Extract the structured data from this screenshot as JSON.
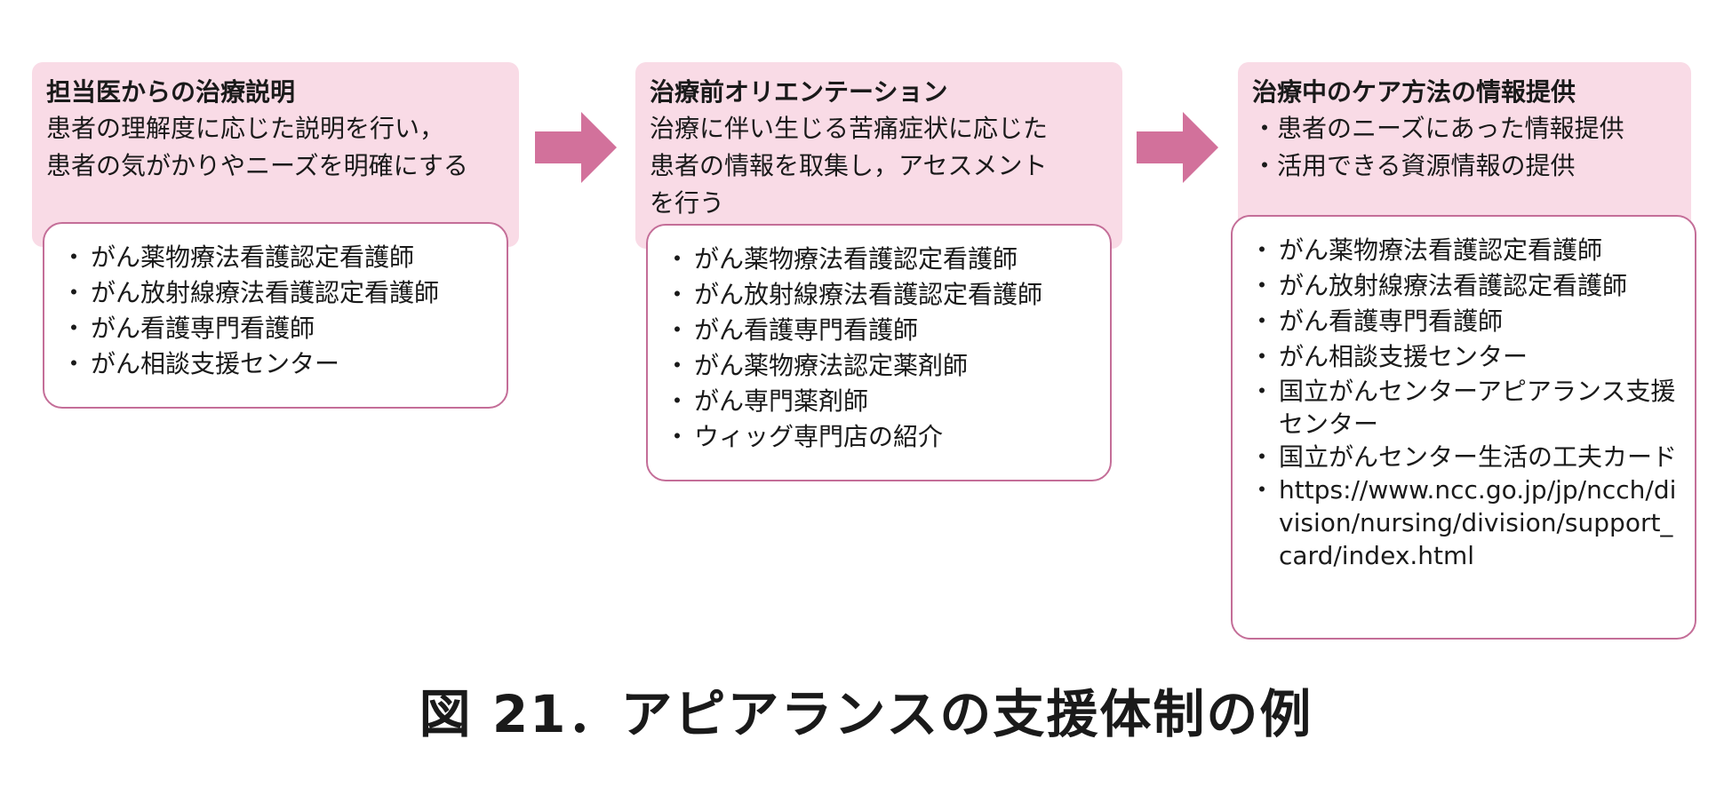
{
  "colors": {
    "header_bg": "#f9dbe6",
    "border": "#c46e98",
    "arrow": "#d2719b"
  },
  "step1": {
    "title": "担当医からの治療説明",
    "lines": [
      "患者の理解度に応じた説明を行い，",
      "患者の気がかりやニーズを明確にする"
    ],
    "items": [
      "がん薬物療法看護認定看護師",
      "がん放射線療法看護認定看護師",
      "がん看護専門看護師",
      "がん相談支援センター"
    ]
  },
  "step2": {
    "title": "治療前オリエンテーション",
    "lines": [
      "治療に伴い生じる苦痛症状に応じた",
      "患者の情報を取集し，アセスメント",
      "を行う"
    ],
    "items": [
      "がん薬物療法看護認定看護師",
      "がん放射線療法看護認定看護師",
      "がん看護専門看護師",
      "がん薬物療法認定薬剤師",
      "がん専門薬剤師",
      "ウィッグ専門店の紹介"
    ]
  },
  "step3": {
    "title": "治療中のケア方法の情報提供",
    "lines": [
      "・患者のニーズにあった情報提供",
      "・活用できる資源情報の提供"
    ],
    "items": [
      "がん薬物療法看護認定看護師",
      "がん放射線療法看護認定看護師",
      "がん看護専門看護師",
      "がん相談支援センター",
      "国立がんセンターアピアランス支援センター",
      "国立がんセンター生活の工夫カード",
      "https://www.ncc.go.jp/jp/ncch/division/nursing/division/support_card/index.html"
    ]
  },
  "bullet": "・",
  "caption": "図 21．アピアランスの支援体制の例"
}
